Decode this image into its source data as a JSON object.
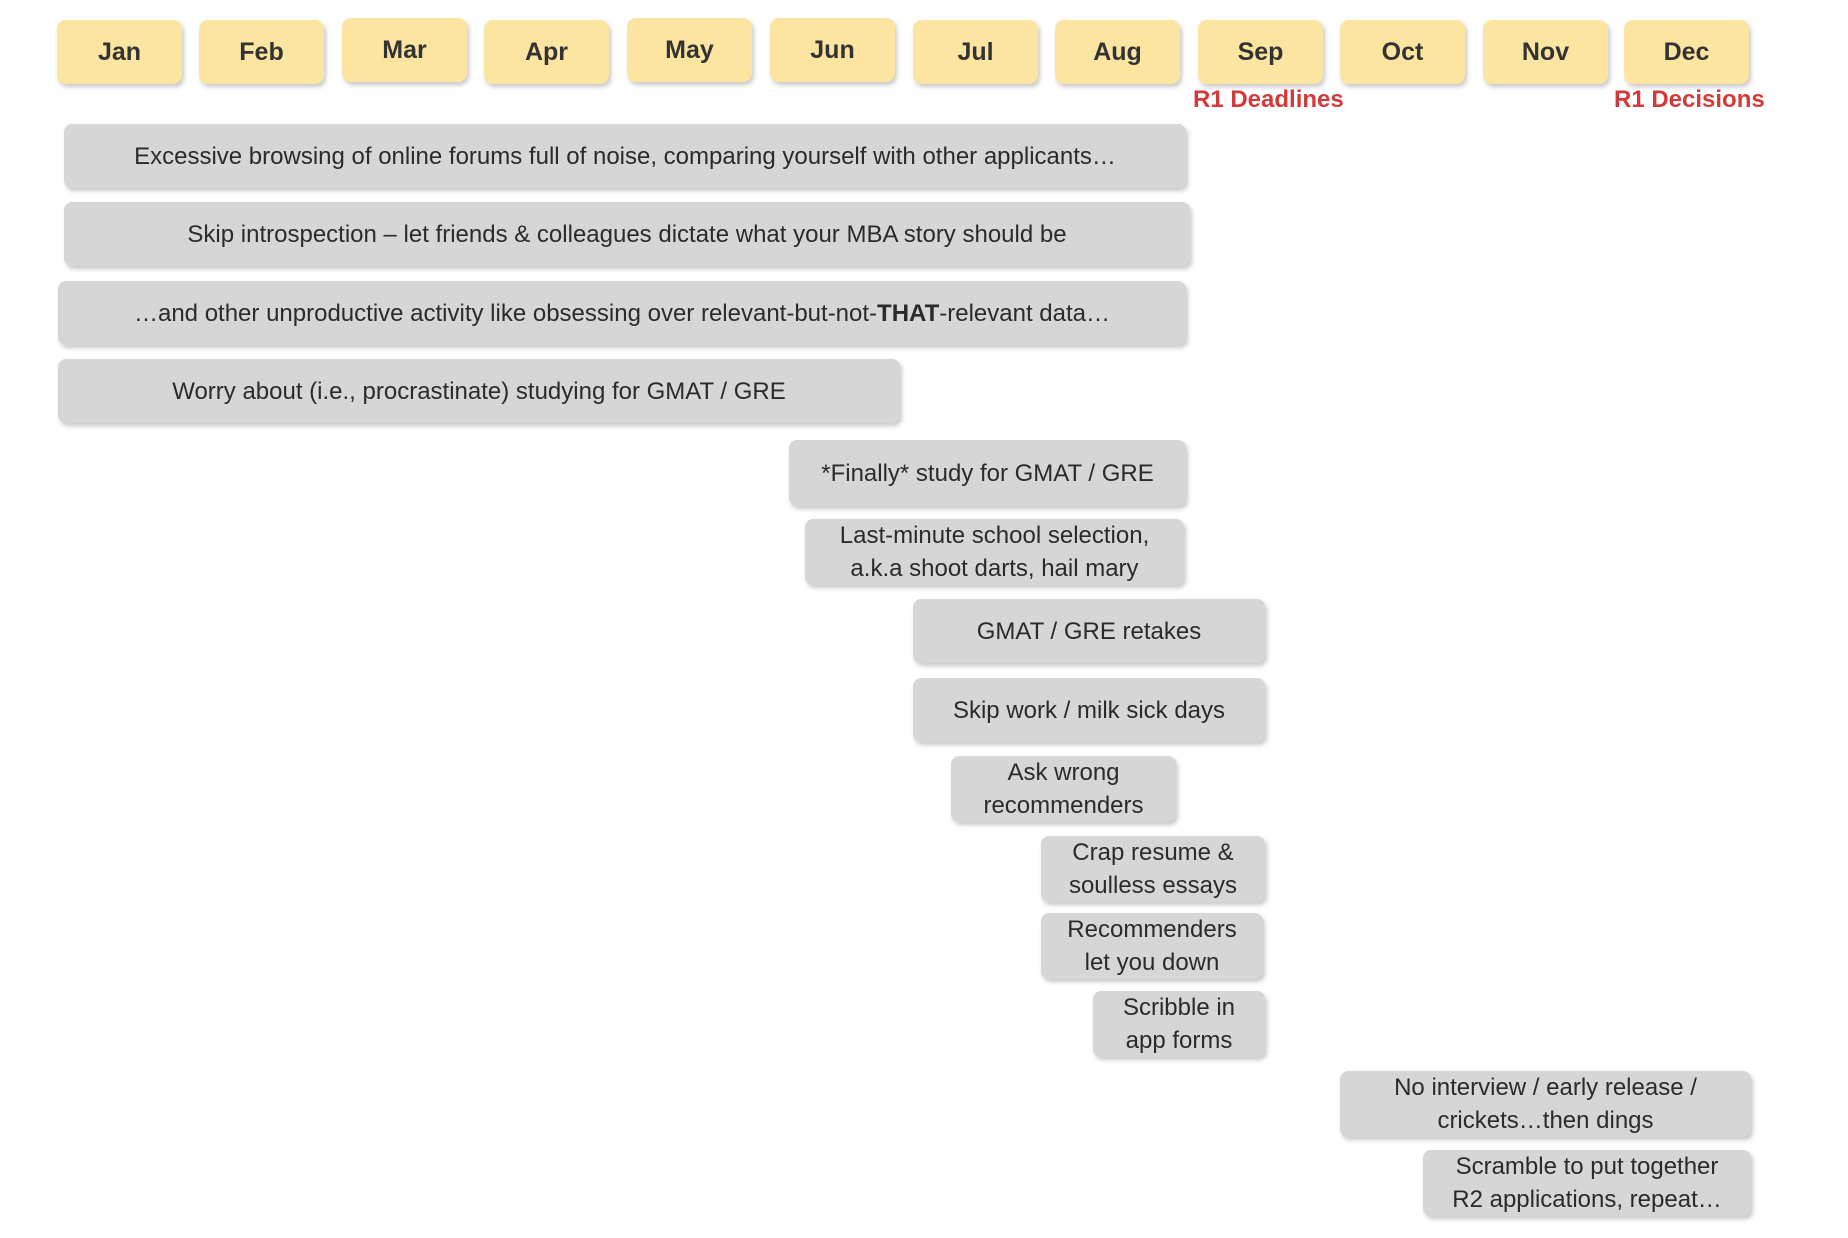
{
  "months": [
    "Jan",
    "Feb",
    "Mar",
    "Apr",
    "May",
    "Jun",
    "Jul",
    "Aug",
    "Sep",
    "Oct",
    "Nov",
    "Dec"
  ],
  "markers": {
    "r1_deadlines": "R1 Deadlines",
    "r1_decisions": "R1 Decisions"
  },
  "activities": {
    "forums": "Excessive browsing of online forums full of noise, comparing yourself with other applicants…",
    "introspection": "Skip introspection – let friends & colleagues dictate what your MBA story should be",
    "obsessing_before": "…and other unproductive activity like obsessing over relevant-but-not-",
    "obsessing_bold": "THAT",
    "obsessing_after": "-relevant data…",
    "worry": "Worry about (i.e., procrastinate) studying for GMAT / GRE",
    "finally_study": "*Finally* study for GMAT / GRE",
    "school_selection_1": "Last-minute school selection,",
    "school_selection_2": "a.k.a shoot darts, hail mary",
    "retakes": "GMAT / GRE retakes",
    "skip_work": "Skip work / milk sick days",
    "wrong_recommenders_1": "Ask wrong",
    "wrong_recommenders_2": "recommenders",
    "crap_resume_1": "Crap resume &",
    "crap_resume_2": "soulless essays",
    "recommenders_down_1": "Recommenders",
    "recommenders_down_2": "let you down",
    "scribble_1": "Scribble in",
    "scribble_2": "app forms",
    "no_interview_1": "No interview / early release /",
    "no_interview_2": "crickets…then dings",
    "scramble_1": "Scramble to put together",
    "scramble_2": "R2 applications, repeat…"
  }
}
